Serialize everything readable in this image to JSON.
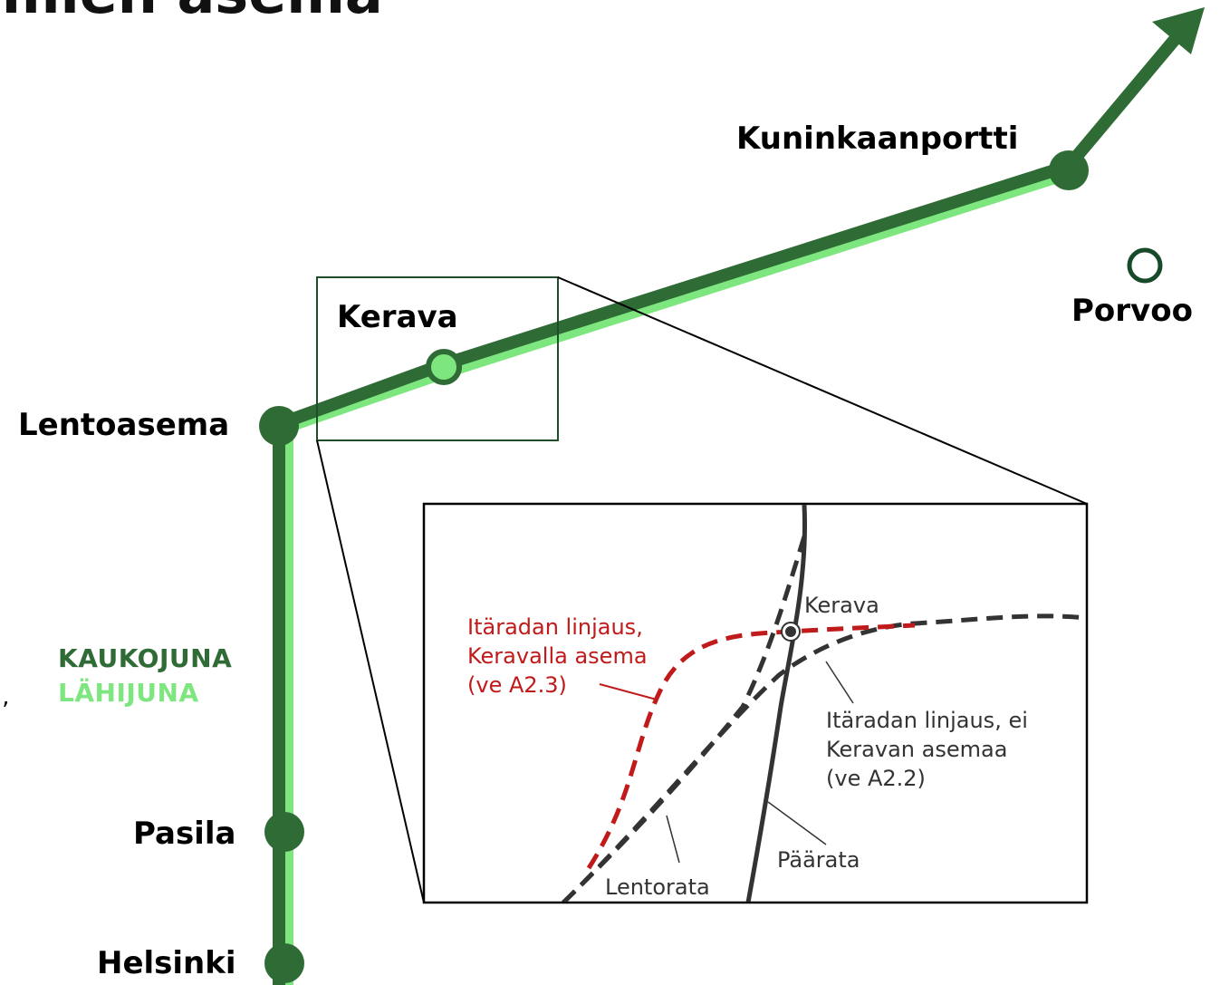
{
  "title": "ämien asema",
  "stations": {
    "kuninkaanportti": "Kuninkaanportti",
    "porvoo": "Porvoo",
    "kerava": "Kerava",
    "lentoasema": "Lentoasema",
    "pasila": "Pasila",
    "helsinki": "Helsinki"
  },
  "legend": {
    "kaukojuna": "KAUKOJUNA",
    "lahijuna": "LÄHIJUNA"
  },
  "stray_mark": "’",
  "inset": {
    "kerava": "Kerava",
    "red_line": [
      "Itäradan linjaus,",
      "Keravalla asema",
      "(ve A2.3)"
    ],
    "black_line": [
      "Itäradan linjaus, ei",
      "Keravan asemaa",
      "(ve A2.2)"
    ],
    "main_line": "Päärata",
    "airport_line": "Lentorata"
  },
  "colors": {
    "kaukojuna": "#2e6b35",
    "lahijuna": "#7ee67e",
    "red_route": "#c01a1a",
    "inset_lines": "#333333",
    "legend_kaukojuna": "#2e6b35",
    "legend_lahijuna": "#7ee67e"
  }
}
